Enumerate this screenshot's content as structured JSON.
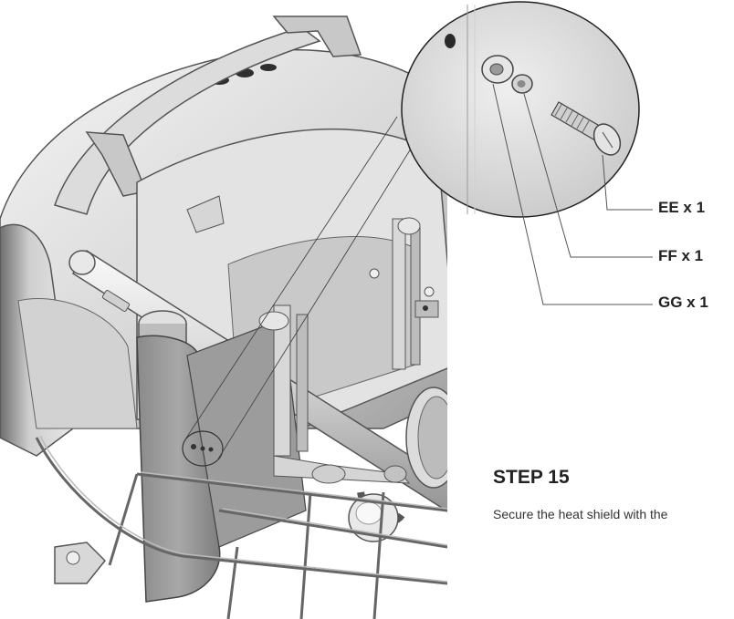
{
  "parts": [
    {
      "id": "EE",
      "label": "EE x 1",
      "name": "screw"
    },
    {
      "id": "FF",
      "label": "FF x 1",
      "name": "lock washer"
    },
    {
      "id": "GG",
      "label": "GG x 1",
      "name": "flat washer"
    }
  ],
  "step": {
    "title": "STEP 15",
    "instruction": "Secure the heat shield with the"
  },
  "colors": {
    "line": "#555555",
    "shell_light": "#e9e9e9",
    "shell_mid": "#bdbdbd",
    "shell_dark": "#7a7a7a",
    "text": "#222222"
  }
}
